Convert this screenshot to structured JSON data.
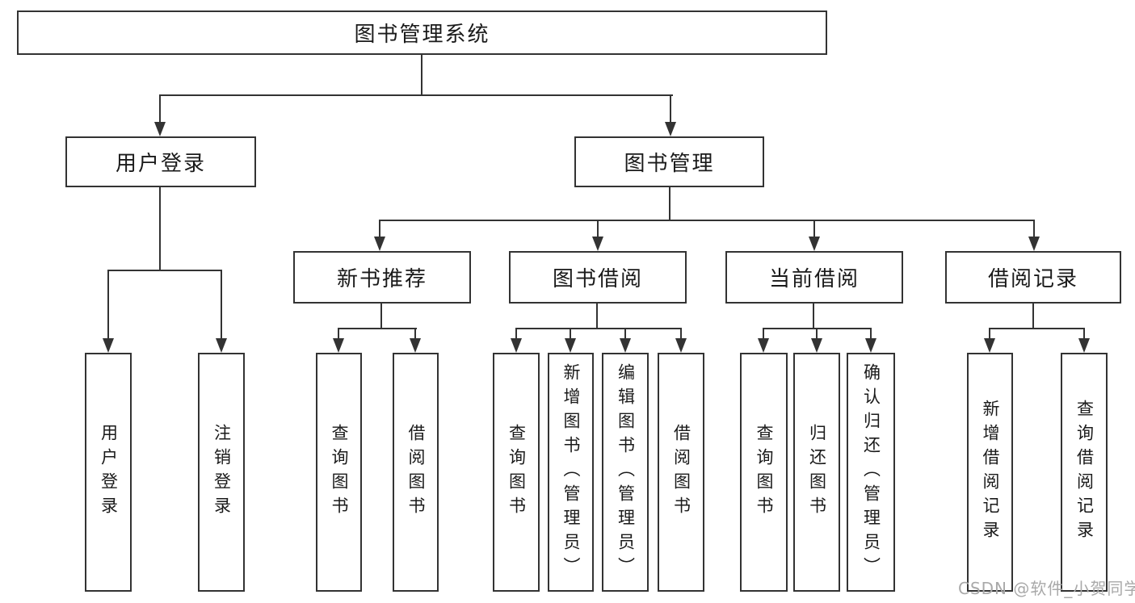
{
  "diagram": {
    "root": "图书管理系统",
    "children": [
      {
        "label": "用户登录",
        "children": [
          {
            "label": "用户登录"
          },
          {
            "label": "注销登录"
          }
        ]
      },
      {
        "label": "图书管理",
        "children": [
          {
            "label": "新书推荐",
            "children": [
              {
                "label": "查询图书"
              },
              {
                "label": "借阅图书"
              }
            ]
          },
          {
            "label": "图书借阅",
            "children": [
              {
                "label": "查询图书"
              },
              {
                "label": "新增图书（管理员）"
              },
              {
                "label": "编辑图书（管理员）"
              },
              {
                "label": "借阅图书"
              }
            ]
          },
          {
            "label": "当前借阅",
            "children": [
              {
                "label": "查询图书"
              },
              {
                "label": "归还图书"
              },
              {
                "label": "确认归还（管理员）"
              }
            ]
          },
          {
            "label": "借阅记录",
            "children": [
              {
                "label": "新增借阅记录"
              },
              {
                "label": "查询借阅记录"
              }
            ]
          }
        ]
      }
    ]
  },
  "watermark": {
    "text": "CSDN @软件_小贺同学"
  },
  "colors": {
    "line": "#333333",
    "text": "#1a1a1a",
    "box_background": "#ffffff",
    "page_background": "#ffffff",
    "watermark": "#a9a9a9"
  }
}
